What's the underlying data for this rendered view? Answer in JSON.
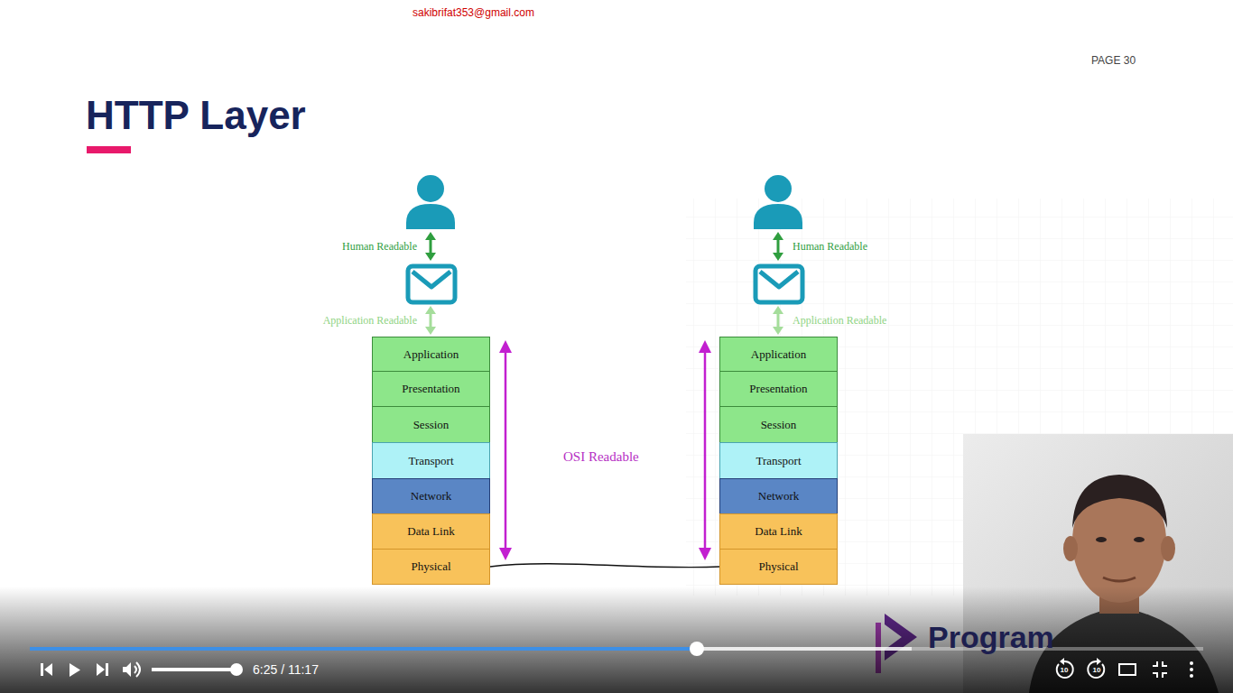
{
  "diagram": {
    "title": "HTTP Layer",
    "nodes": [
      {
        "text": [
          "Application"
        ]
      },
      {
        "text": [
          "Presentation"
        ]
      },
      {
        "text": [
          "Session"
        ]
      },
      {
        "text": [
          "Transport"
        ]
      },
      {
        "text": [
          "Network"
        ]
      },
      {
        "text": [
          "Data Link"
        ]
      },
      {
        "text": [
          "Physical"
        ]
      },
      {
        "text": [
          "Application"
        ]
      },
      {
        "text": [
          "Presentation"
        ]
      },
      {
        "text": [
          "Session"
        ]
      },
      {
        "text": [
          "Transport"
        ]
      },
      {
        "text": [
          "Network"
        ]
      },
      {
        "text": [
          "Data Link"
        ]
      },
      {
        "text": [
          "Physical"
        ]
      }
    ],
    "edges": [
      {
        "from": 6,
        "to": 13,
        "arrow": "none"
      }
    ],
    "labels": [
      "sakibrifat353@gmail.com",
      "PAGE 30",
      "Human Readable",
      "Application Readable",
      "Human Readable",
      "Application Readable",
      "OSI Readable",
      "Program",
      "6:25 / 11:17",
      "10",
      "10"
    ]
  }
}
